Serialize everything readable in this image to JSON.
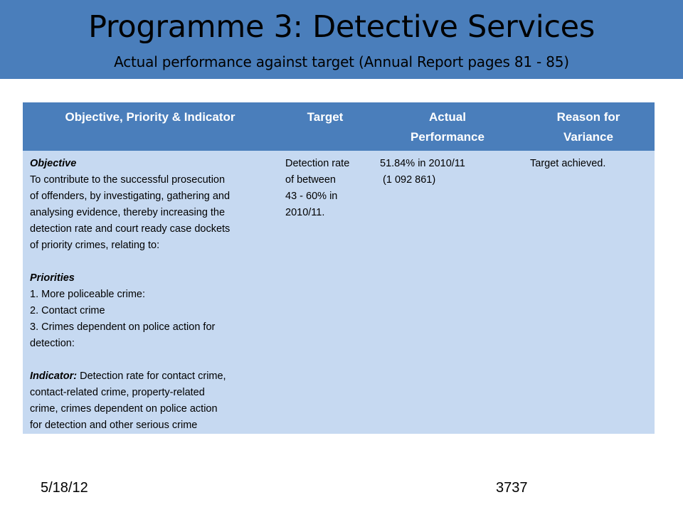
{
  "slide": {
    "title": "Programme  3: Detective Services",
    "subtitle": "Actual performance against target (Annual Report pages 81 - 85)"
  },
  "table": {
    "headers": {
      "col1": "Objective, Priority & Indicator",
      "col2": "Target",
      "col3_line1": "Actual",
      "col3_line2": "Performance",
      "col4_line1": "Reason for",
      "col4_line2": "Variance"
    },
    "row": {
      "objective_label": "Objective",
      "objective_lines": [
        "To contribute to the successful prosecution",
        "of offenders, by investigating, gathering and",
        "analysing evidence, thereby increasing the",
        "detection rate and court ready case dockets",
        "of priority crimes, relating to:"
      ],
      "priorities_label": "Priorities",
      "priorities_lines": [
        "1. More policeable crime:",
        "2. Contact crime",
        "3. Crimes dependent on police action for",
        "detection:"
      ],
      "indicator_label": "Indicator:",
      "indicator_first_line": " Detection rate for contact crime,",
      "indicator_lines": [
        "contact-related crime, property-related",
        "crime, crimes dependent on police action",
        "for detection and other serious crime"
      ],
      "target_lines": [
        "Detection rate",
        "of between",
        "43 - 60% in",
        "2010/11."
      ],
      "actual_lines": [
        "51.84% in 2010/11",
        " (1 092 861)"
      ],
      "reason": "Target achieved."
    }
  },
  "footer": {
    "date": "5/18/12",
    "page": "3737"
  }
}
